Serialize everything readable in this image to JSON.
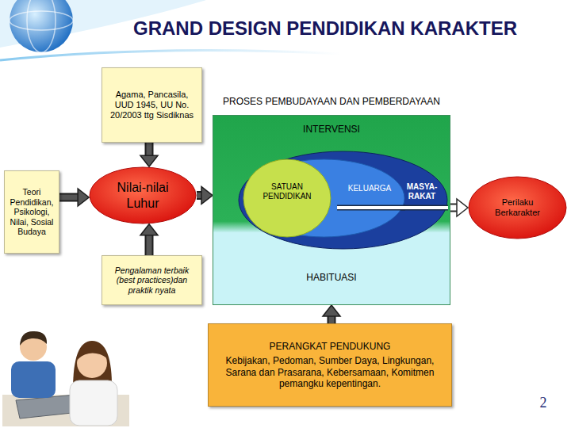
{
  "diagram": {
    "title": "GRAND DESIGN PENDIDIKAN KARAKTER",
    "nodes": [
      {
        "text": [
          "Agama, Pancasila, UUD 1945, UU No. 20/2003 ttg Sisdiknas"
        ]
      },
      {
        "text": [
          "Teori Pendidikan, Psikologi, Nilai, Sosial Budaya"
        ]
      },
      {
        "text": [
          "Nilai-nilai Luhur"
        ]
      },
      {
        "text": [
          "Pengalaman terbaik (best practices)dan praktik nyata"
        ]
      },
      {
        "text": [
          "PROSES PEMBUDAYAAN DAN PEMBERDAYAAN",
          "INTERVENSI",
          "HABITUASI"
        ]
      },
      {
        "text": [
          "MASYA- RAKAT"
        ],
        "in": 4
      },
      {
        "text": [
          "KELUARGA"
        ],
        "in": 5
      },
      {
        "text": [
          "SATUAN PENDIDIKAN"
        ],
        "in": 6
      },
      {
        "text": [
          "Perilaku Berkarakter"
        ]
      },
      {
        "text": [
          "PERANGKAT PENDUKUNG",
          "Kebijakan, Pedoman, Sumber Daya, Lingkungan, Sarana dan Prasarana, Kebersamaan, Komitmen pemangku kepentingan."
        ]
      }
    ],
    "edges": [
      {
        "from": 0,
        "to": 2,
        "arrow": "to"
      },
      {
        "from": 1,
        "to": 2,
        "arrow": "to"
      },
      {
        "from": 3,
        "to": 2,
        "arrow": "to"
      },
      {
        "from": 2,
        "to": 4,
        "arrow": "to"
      },
      {
        "from": 9,
        "to": 4,
        "arrow": "to"
      },
      {
        "from": 4,
        "to": 8,
        "arrow": "to"
      }
    ],
    "labels": [
      "2"
    ]
  }
}
